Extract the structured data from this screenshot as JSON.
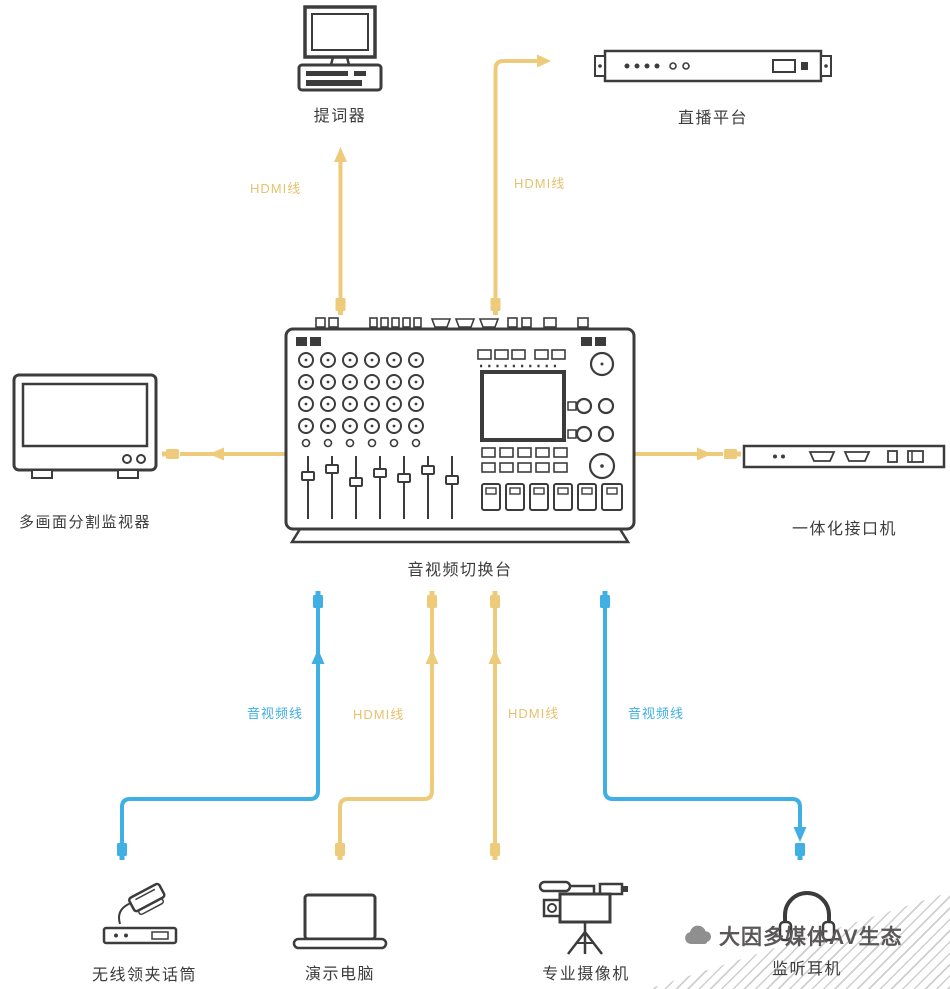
{
  "nodes": {
    "teleprompter": {
      "label": "提词器"
    },
    "live_platform": {
      "label": "直播平台"
    },
    "multiview_monitor": {
      "label": "多画面分割监视器"
    },
    "interface_unit": {
      "label": "一体化接口机"
    },
    "av_switcher": {
      "label": "音视频切换台"
    },
    "wireless_mic": {
      "label": "无线领夹话筒"
    },
    "demo_computer": {
      "label": "演示电脑"
    },
    "pro_camera": {
      "label": "专业摄像机"
    },
    "headphones": {
      "label": "监听耳机"
    }
  },
  "cables": {
    "teleprompter": {
      "label": "HDMI线",
      "color": "#EDCB7B",
      "from": "av_switcher",
      "to": "teleprompter"
    },
    "live_platform": {
      "label": "HDMI线",
      "color": "#EDCB7B",
      "from": "av_switcher",
      "to": "live_platform"
    },
    "multiview_monitor": {
      "color": "#EDCB7B",
      "from": "av_switcher",
      "to": "multiview_monitor"
    },
    "interface_unit": {
      "color": "#EDCB7B",
      "from": "av_switcher",
      "to": "interface_unit"
    },
    "wireless_mic": {
      "label": "音视频线",
      "color": "#3FAFE4",
      "from": "wireless_mic",
      "to": "av_switcher"
    },
    "demo_computer": {
      "label": "HDMI线",
      "color": "#EDCB7B",
      "from": "demo_computer",
      "to": "av_switcher"
    },
    "pro_camera": {
      "label": "HDMI线",
      "color": "#EDCB7B",
      "from": "pro_camera",
      "to": "av_switcher"
    },
    "headphones": {
      "label": "音视频线",
      "color": "#3FAFE4",
      "from": "av_switcher",
      "to": "headphones"
    }
  },
  "watermark": {
    "text": "大因多媒体AV生态"
  },
  "colors": {
    "hdmi_cable": "#EDCB7B",
    "av_cable": "#3FAFE4",
    "line_art": "#3C3C3C",
    "label_text": "#3C3C3C",
    "watermark_text": "#595757",
    "stripes": "#CFCFCF",
    "background": "#FFFFFF"
  }
}
